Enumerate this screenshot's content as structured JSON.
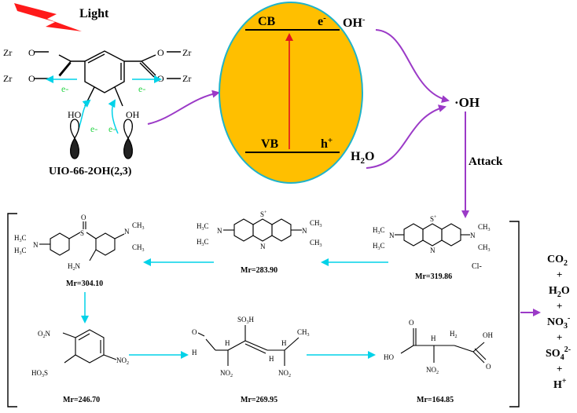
{
  "colors": {
    "flash": "#ff1a1a",
    "particle_fill": "#ffbf00",
    "particle_stroke": "#1fb3c9",
    "arrow_purple": "#9b3ac7",
    "arrow_cyan": "#00d2e8",
    "excitation": "#e0141e",
    "electron_text": "#2bd54a"
  },
  "linker": {
    "label": "UIO-66-2OH(2,3)",
    "light": "Light",
    "zr": "Zr",
    "o": "O",
    "oh": "HO",
    "oh2": "OH",
    "e": "e-"
  },
  "band": {
    "cb": "CB",
    "vb": "VB",
    "electron": "e",
    "electron_sup": "-",
    "hole": "h",
    "hole_sup": "+"
  },
  "species": {
    "hydroxide": "OH",
    "hydroxide_sup": "-",
    "radical": "·OH",
    "water_h": "H",
    "water_2": "2",
    "water_o": "O",
    "attack": "Attack"
  },
  "molecules": [
    {
      "mr": "Mr=319.86",
      "extra": "Cl-"
    },
    {
      "mr": "Mr=283.90"
    },
    {
      "mr": "Mr=304.10"
    },
    {
      "mr": "Mr=246.70"
    },
    {
      "mr": "Mr=269.95"
    },
    {
      "mr": "Mr=164.85"
    }
  ],
  "products": [
    {
      "base": "CO",
      "sub": "2",
      "sup": ""
    },
    {
      "base": "H",
      "sub": "2",
      "sup": "",
      "tail": "O"
    },
    {
      "base": "NO",
      "sub": "3",
      "sup": "-"
    },
    {
      "base": "SO",
      "sub": "4",
      "sup": "2-"
    },
    {
      "base": "H",
      "sub": "",
      "sup": "+"
    }
  ],
  "plus": "+"
}
